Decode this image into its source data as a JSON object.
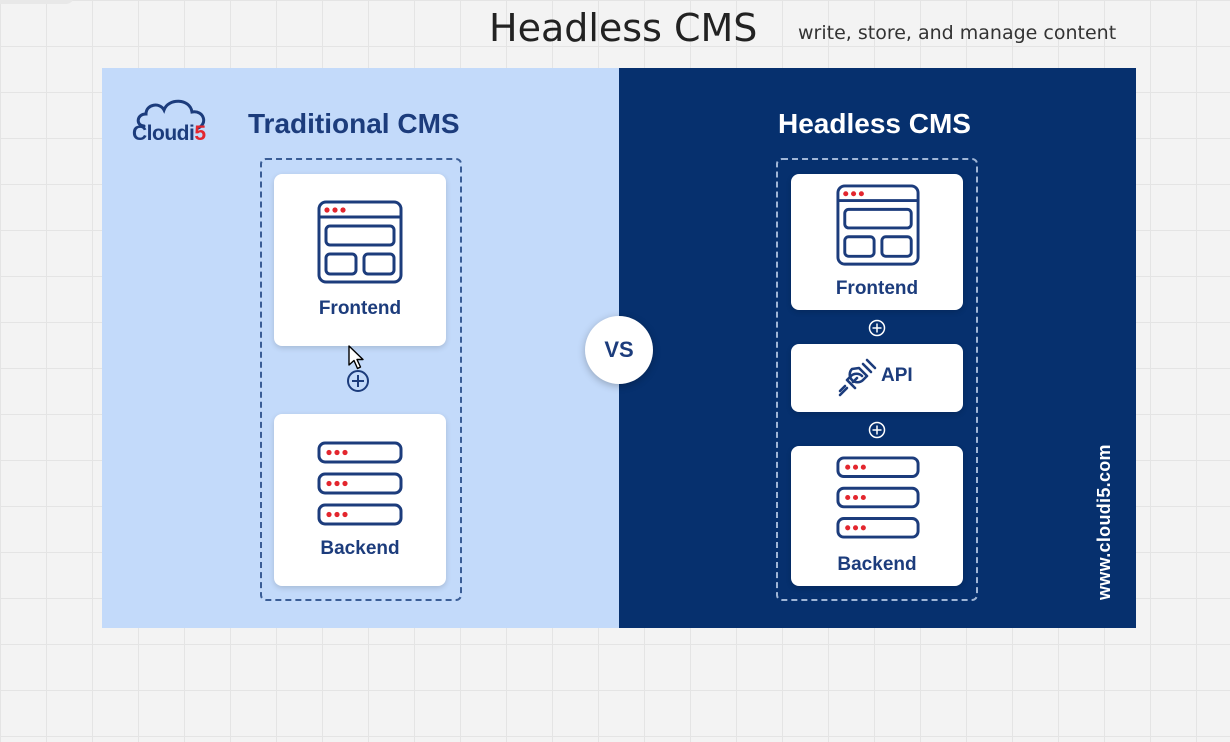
{
  "header": {
    "title": "Headless CMS",
    "subtitle": "write, store, and manage content"
  },
  "infographic": {
    "logo": {
      "text": "Cloudi",
      "accent_text": "5",
      "icon": "cloud-logo-icon"
    },
    "vs_label": "VS",
    "website": "www.cloudi5.com",
    "traditional": {
      "title": "Traditional CMS",
      "frontend_label": "Frontend",
      "backend_label": "Backend"
    },
    "headless": {
      "title": "Headless CMS",
      "frontend_label": "Frontend",
      "api_label": "API",
      "backend_label": "Backend"
    }
  },
  "colors": {
    "left_panel": "#c3dafa",
    "right_panel": "#06306e",
    "navy_text": "#1c3c7c",
    "accent_red": "#e3262e",
    "card": "#ffffff"
  }
}
